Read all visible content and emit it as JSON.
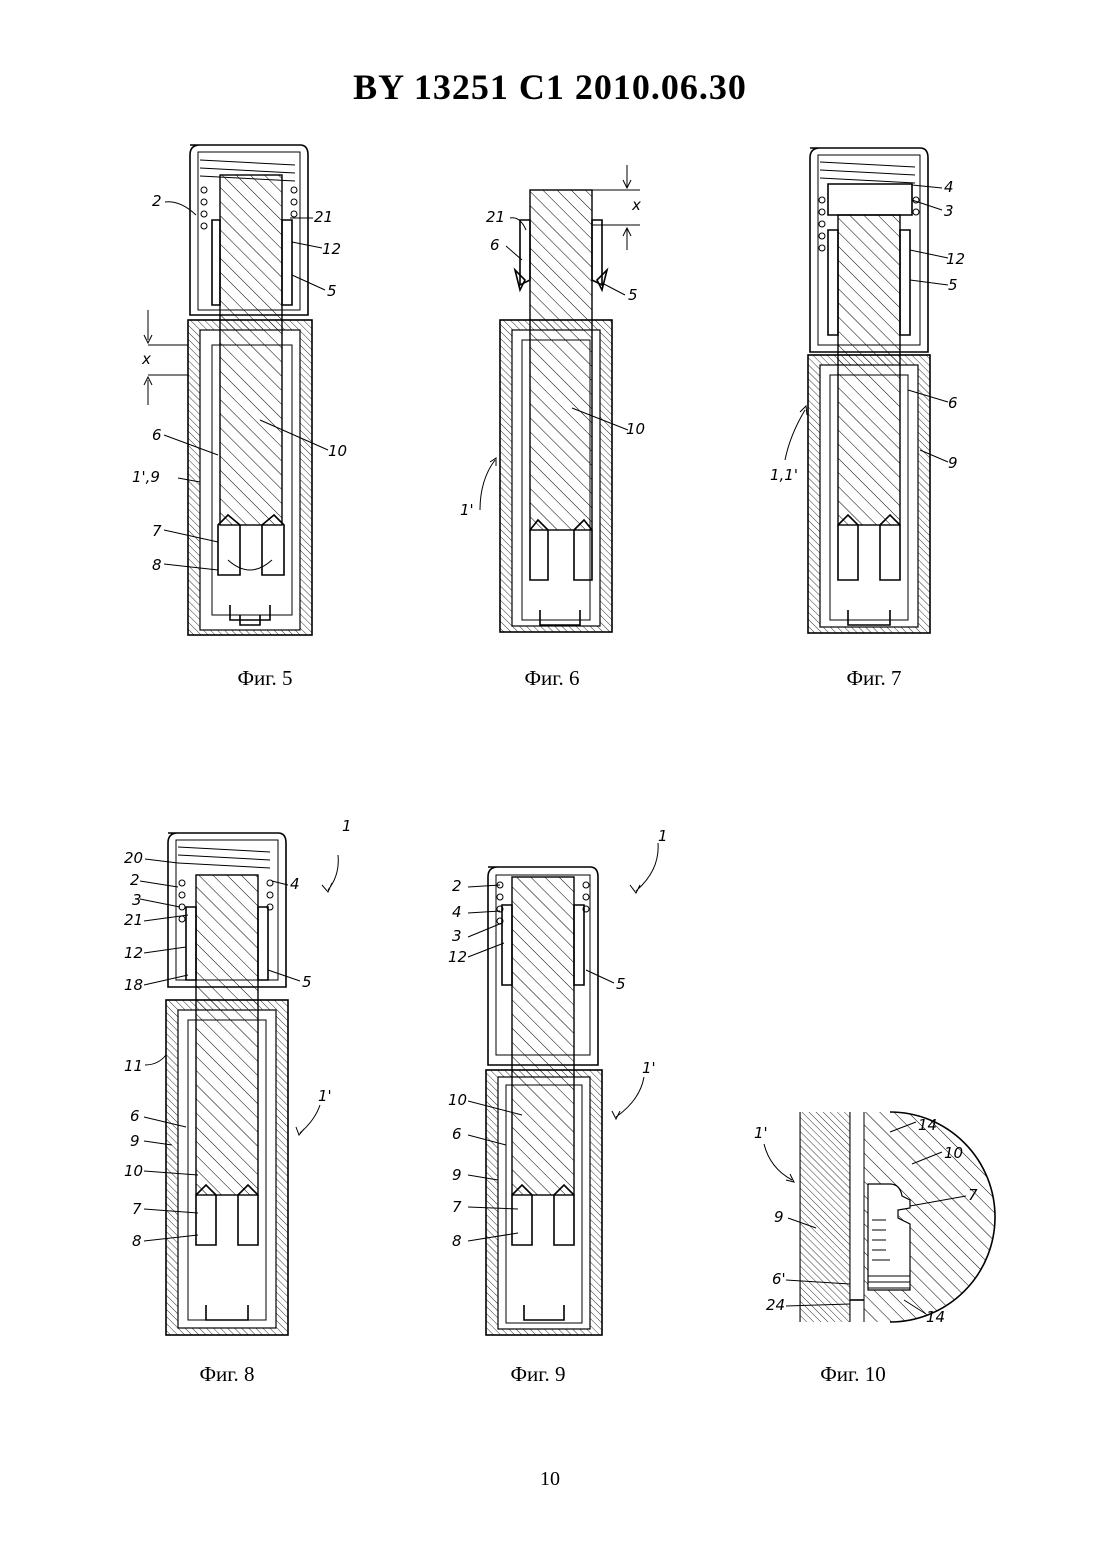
{
  "header": "BY  13251  C1  2010.06.30",
  "page_number": "10",
  "figures": [
    {
      "id": "fig5",
      "caption": "Фиг. 5",
      "labels": {
        "l2": "2",
        "l21": "21",
        "l12": "12",
        "l5": "5",
        "lx": "x",
        "l6": "6",
        "l10": "10",
        "l19": "1',9",
        "l7": "7",
        "l8": "8"
      }
    },
    {
      "id": "fig6",
      "caption": "Фиг. 6",
      "labels": {
        "lx": "x",
        "l21": "21",
        "l6": "6",
        "l5": "5",
        "l10": "10",
        "l1p": "1'"
      }
    },
    {
      "id": "fig7",
      "caption": "Фиг. 7",
      "labels": {
        "l4": "4",
        "l3": "3",
        "l12": "12",
        "l5": "5",
        "l6": "6",
        "l9": "9",
        "l11": "1,1'"
      }
    },
    {
      "id": "fig8",
      "caption": "Фиг. 8",
      "labels": {
        "l1": "1",
        "l20": "20",
        "l2": "2",
        "l4": "4",
        "l3": "3",
        "l21": "21",
        "l12": "12",
        "l18": "18",
        "l5": "5",
        "l11": "11",
        "l1p": "1'",
        "l6": "6",
        "l9": "9",
        "l10": "10",
        "l7": "7",
        "l8": "8"
      }
    },
    {
      "id": "fig9",
      "caption": "Фиг. 9",
      "labels": {
        "l1": "1",
        "l2": "2",
        "l4": "4",
        "l3": "3",
        "l12": "12",
        "l5": "5",
        "l1p": "1'",
        "l10": "10",
        "l6": "6",
        "l9": "9",
        "l7": "7",
        "l8": "8"
      }
    },
    {
      "id": "fig10",
      "caption": "Фиг. 10",
      "labels": {
        "l14a": "14",
        "l10": "10",
        "l1p": "1'",
        "l7": "7",
        "l9": "9",
        "l6p": "6'",
        "l24": "24",
        "l14b": "14"
      }
    }
  ]
}
